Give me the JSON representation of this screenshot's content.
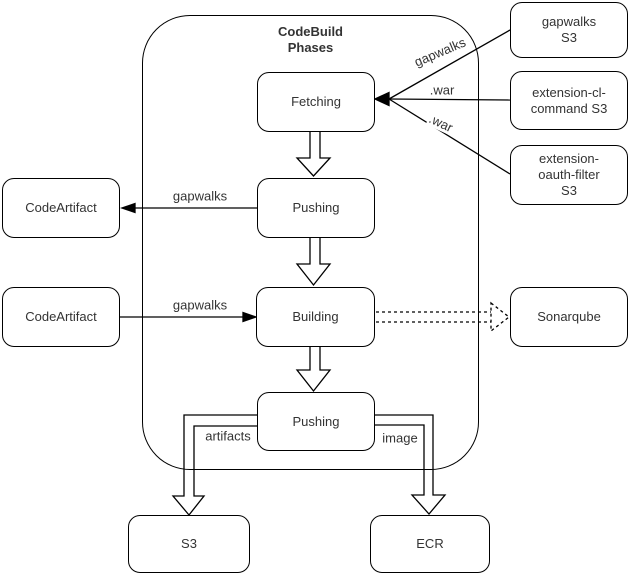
{
  "container": {
    "title": "CodeBuild\nPhases"
  },
  "nodes": {
    "fetching": "Fetching",
    "pushing_top": "Pushing",
    "building": "Building",
    "pushing_bottom": "Pushing",
    "codeartifact_upper": "CodeArtifact",
    "codeartifact_lower": "CodeArtifact",
    "gapwalks_s3": "gapwalks\nS3",
    "extension_cl_command_s3": "extension-cl-\ncommand S3",
    "extension_oauth_filter_s3": "extension-\noauth-filter\nS3",
    "sonarqube": "Sonarqube",
    "s3": "S3",
    "ecr": "ECR"
  },
  "edge_labels": {
    "fetch_gapwalks": "gapwalks",
    "fetch_war_upper": ".war",
    "fetch_war_lower": ".war",
    "push_to_codeartifact": "gapwalks",
    "codeartifact_to_building": "gapwalks",
    "artifacts": "artifacts",
    "image": "image"
  },
  "colors": {
    "stroke": "#000000",
    "box_fill": "#ffffff",
    "text": "#333333"
  }
}
